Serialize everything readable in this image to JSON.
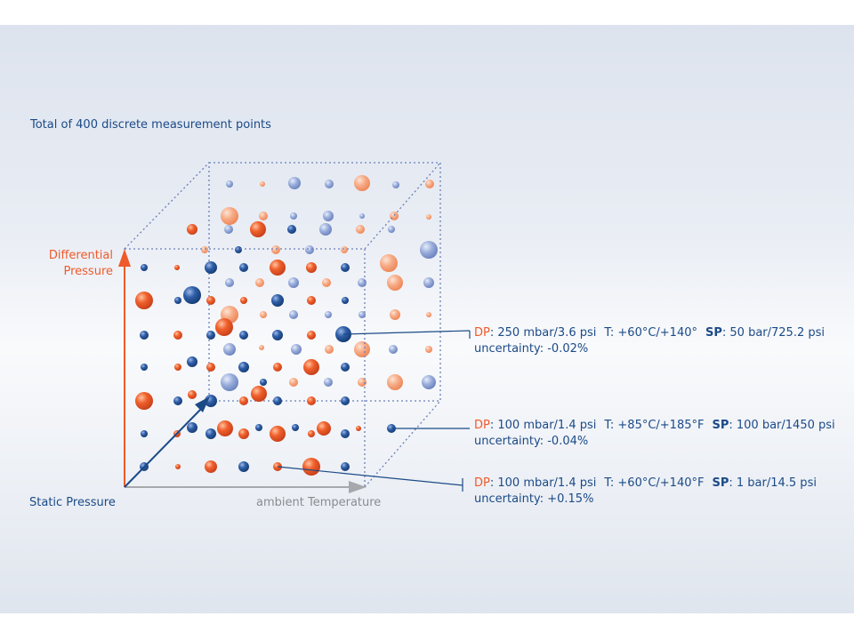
{
  "title": "Total of 400 discrete measurement points",
  "axes": {
    "y_label_line1": "Differential",
    "y_label_line2": "Pressure",
    "z_label": "Static Pressure",
    "x_label": "ambient Temperature"
  },
  "colors": {
    "navy": "#1b4a87",
    "orange": "#ee5a2a",
    "gray": "#a6a8ab",
    "blue_sphere": "#2a5aa0",
    "light_blue_sphere": "#8ba0d2",
    "light_orange_sphere": "#f5a27d"
  },
  "callouts": [
    {
      "dp_key": "DP",
      "dp_val": ": 250 mbar/3.6 psi",
      "t": "T: +60°C/+140°",
      "sp_key": "SP",
      "sp_val": ": 50 bar/725.2 psi",
      "uncertainty": "uncertainty: -0.02%"
    },
    {
      "dp_key": "DP",
      "dp_val": ": 100 mbar/1.4 psi",
      "t": "T: +85°C/+185°F",
      "sp_key": "SP",
      "sp_val": ": 100 bar/1450 psi",
      "uncertainty": "uncertainty: -0.04%"
    },
    {
      "dp_key": "DP",
      "dp_val": ": 100 mbar/1.4 psi",
      "t": "T: +60°C/+140°F",
      "sp_key": "SP",
      "sp_val": ": 1 bar/14.5 psi",
      "uncertainty": "uncertainty: +0.15%"
    }
  ]
}
